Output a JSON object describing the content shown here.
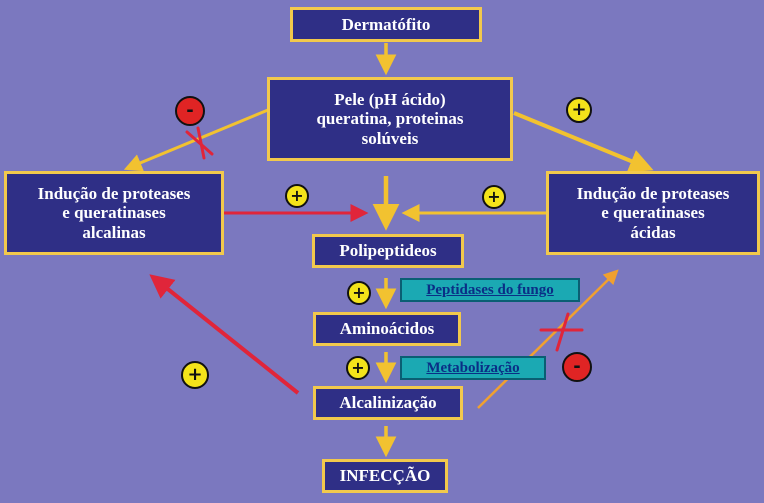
{
  "diagram": {
    "boxes": {
      "dermatofito": "Dermatófito",
      "pele": "Pele (pH ácido)\nqueratina, proteinas\nsolúveis",
      "inducao_alcalinas": "Indução de proteases\ne queratinases\nalcalinas",
      "inducao_acidas": "Indução de proteases\ne queratinases\nácidas",
      "polipeptideos": "Polipeptideos",
      "aminoacidos": "Aminoácidos",
      "alcalinizacao": "Alcalinização",
      "infeccao": "INFECÇÃO"
    },
    "tags": {
      "peptidases": "Peptidases do fungo",
      "metabolizacao": "Metabolização"
    },
    "signs": {
      "plus": "+",
      "minus": "-"
    },
    "colors": {
      "background": "#7b78bf",
      "box_fill": "#2f2f86",
      "box_border": "#f2c94c",
      "arrow_yellow": "#f2c230",
      "arrow_red": "#e0253a",
      "arrow_orange": "#f0a030",
      "tag_fill": "#1ba9b3",
      "plus_fill": "#f4e31a",
      "minus_fill": "#e02424"
    }
  }
}
